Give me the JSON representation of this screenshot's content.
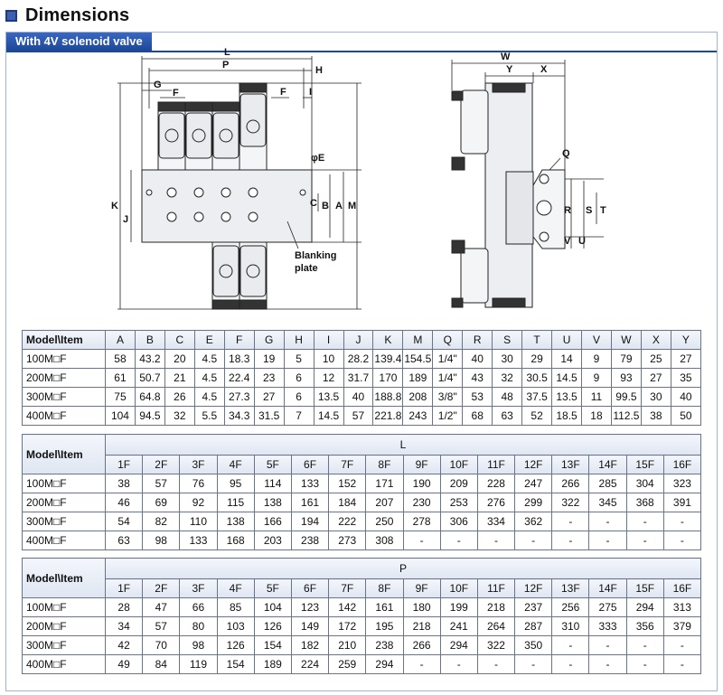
{
  "header": {
    "title": "Dimensions",
    "section_tab": "With 4V solenoid valve",
    "accent": "#1e4797"
  },
  "drawing": {
    "front_labels": [
      "L",
      "P",
      "H",
      "G",
      "F",
      "F",
      "I",
      "φE",
      "B",
      "C",
      "A",
      "M",
      "K",
      "J"
    ],
    "callout": "Blanking plate",
    "side_labels": [
      "W",
      "Y",
      "X",
      "Q",
      "R",
      "S",
      "T",
      "V",
      "U"
    ]
  },
  "table_items": {
    "columns": [
      "Model\\Item",
      "A",
      "B",
      "C",
      "E",
      "F",
      "G",
      "H",
      "I",
      "J",
      "K",
      "M",
      "Q",
      "R",
      "S",
      "T",
      "U",
      "V",
      "W",
      "X",
      "Y"
    ],
    "rows": [
      [
        "100M□F",
        "58",
        "43.2",
        "20",
        "4.5",
        "18.3",
        "19",
        "5",
        "10",
        "28.2",
        "139.4",
        "154.5",
        "1/4\"",
        "40",
        "30",
        "29",
        "14",
        "9",
        "79",
        "25",
        "27"
      ],
      [
        "200M□F",
        "61",
        "50.7",
        "21",
        "4.5",
        "22.4",
        "23",
        "6",
        "12",
        "31.7",
        "170",
        "189",
        "1/4\"",
        "43",
        "32",
        "30.5",
        "14.5",
        "9",
        "93",
        "27",
        "35"
      ],
      [
        "300M□F",
        "75",
        "64.8",
        "26",
        "4.5",
        "27.3",
        "27",
        "6",
        "13.5",
        "40",
        "188.8",
        "208",
        "3/8\"",
        "53",
        "48",
        "37.5",
        "13.5",
        "11",
        "99.5",
        "30",
        "40"
      ],
      [
        "400M□F",
        "104",
        "94.5",
        "32",
        "5.5",
        "34.3",
        "31.5",
        "7",
        "14.5",
        "57",
        "221.8",
        "243",
        "1/2\"",
        "68",
        "63",
        "52",
        "18.5",
        "18",
        "112.5",
        "38",
        "50"
      ]
    ]
  },
  "table_L": {
    "model_header": "Model\\Item",
    "group": "L",
    "columns": [
      "1F",
      "2F",
      "3F",
      "4F",
      "5F",
      "6F",
      "7F",
      "8F",
      "9F",
      "10F",
      "11F",
      "12F",
      "13F",
      "14F",
      "15F",
      "16F"
    ],
    "rows": [
      [
        "100M□F",
        "38",
        "57",
        "76",
        "95",
        "114",
        "133",
        "152",
        "171",
        "190",
        "209",
        "228",
        "247",
        "266",
        "285",
        "304",
        "323"
      ],
      [
        "200M□F",
        "46",
        "69",
        "92",
        "115",
        "138",
        "161",
        "184",
        "207",
        "230",
        "253",
        "276",
        "299",
        "322",
        "345",
        "368",
        "391"
      ],
      [
        "300M□F",
        "54",
        "82",
        "110",
        "138",
        "166",
        "194",
        "222",
        "250",
        "278",
        "306",
        "334",
        "362",
        "-",
        "-",
        "-",
        "-"
      ],
      [
        "400M□F",
        "63",
        "98",
        "133",
        "168",
        "203",
        "238",
        "273",
        "308",
        "-",
        "-",
        "-",
        "-",
        "-",
        "-",
        "-",
        "-"
      ]
    ]
  },
  "table_P": {
    "model_header": "Model\\Item",
    "group": "P",
    "columns": [
      "1F",
      "2F",
      "3F",
      "4F",
      "5F",
      "6F",
      "7F",
      "8F",
      "9F",
      "10F",
      "11F",
      "12F",
      "13F",
      "14F",
      "15F",
      "16F"
    ],
    "rows": [
      [
        "100M□F",
        "28",
        "47",
        "66",
        "85",
        "104",
        "123",
        "142",
        "161",
        "180",
        "199",
        "218",
        "237",
        "256",
        "275",
        "294",
        "313"
      ],
      [
        "200M□F",
        "34",
        "57",
        "80",
        "103",
        "126",
        "149",
        "172",
        "195",
        "218",
        "241",
        "264",
        "287",
        "310",
        "333",
        "356",
        "379"
      ],
      [
        "300M□F",
        "42",
        "70",
        "98",
        "126",
        "154",
        "182",
        "210",
        "238",
        "266",
        "294",
        "322",
        "350",
        "-",
        "-",
        "-",
        "-"
      ],
      [
        "400M□F",
        "49",
        "84",
        "119",
        "154",
        "189",
        "224",
        "259",
        "294",
        "-",
        "-",
        "-",
        "-",
        "-",
        "-",
        "-",
        "-"
      ]
    ]
  }
}
